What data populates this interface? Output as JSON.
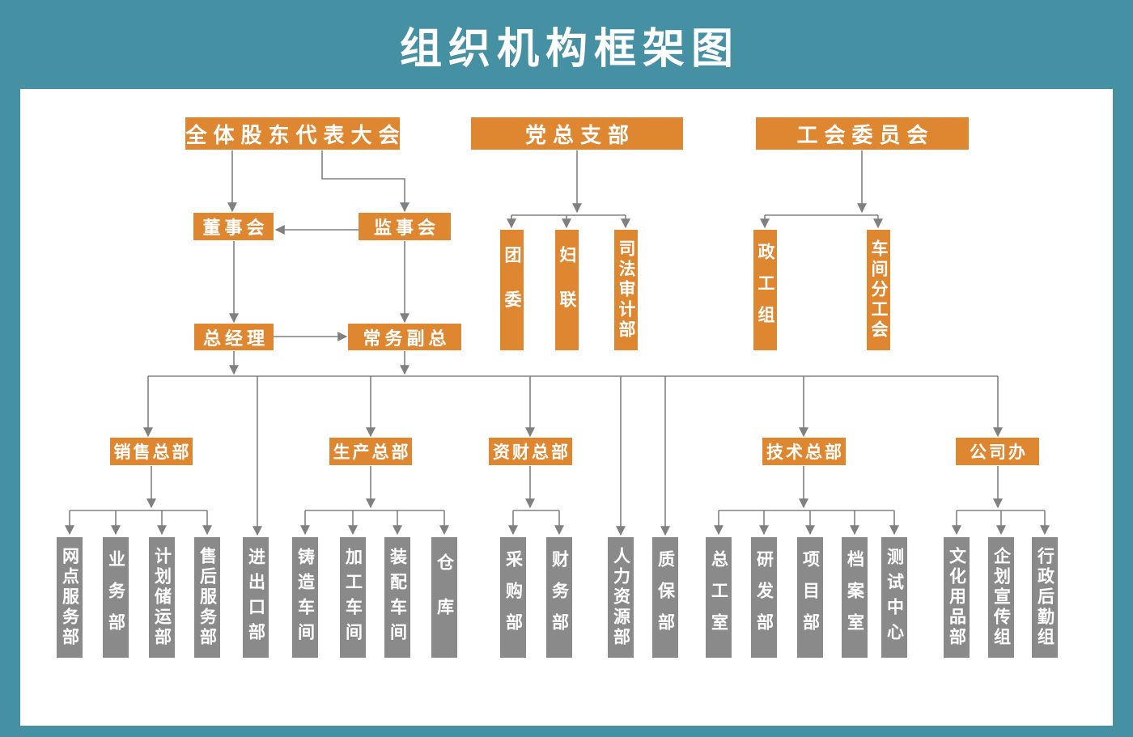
{
  "title": "组织机构框架图",
  "colors": {
    "frame_teal": "#4690A4",
    "panel_white": "#FFFFFF",
    "box_orange": "#DE8730",
    "box_gray": "#8A8A8A",
    "connector_gray": "#808080",
    "text_white": "#FFFFFF"
  },
  "org": {
    "shareholders": {
      "label": "全体股东代表大会"
    },
    "board": {
      "label": "董事会"
    },
    "supervisory": {
      "label": "监事会"
    },
    "general_manager": {
      "label": "总经理"
    },
    "executive_deputy": {
      "label": "常务副总"
    },
    "party": {
      "label": "党总支部",
      "children": [
        {
          "label": "团委"
        },
        {
          "label": "妇联"
        },
        {
          "label": "司法审计部"
        }
      ]
    },
    "union": {
      "label": "工会委员会",
      "children": [
        {
          "label": "政工组"
        },
        {
          "label": "车间分工会"
        }
      ]
    },
    "divisions": [
      {
        "label": "销售总部",
        "children": [
          {
            "label": "网点服务部"
          },
          {
            "label": "业务部"
          },
          {
            "label": "计划储运部"
          },
          {
            "label": "售后服务部"
          }
        ]
      },
      {
        "label": "生产总部",
        "children": [
          {
            "label": "铸造车间"
          },
          {
            "label": "加工车间"
          },
          {
            "label": "装配车间"
          },
          {
            "label": "仓库"
          }
        ]
      },
      {
        "label": "资财总部",
        "children": [
          {
            "label": "采购部"
          },
          {
            "label": "财务部"
          }
        ]
      },
      {
        "label": "技术总部",
        "children": [
          {
            "label": "总工室"
          },
          {
            "label": "研发部"
          },
          {
            "label": "项目部"
          },
          {
            "label": "档案室"
          },
          {
            "label": "测试中心"
          }
        ]
      },
      {
        "label": "公司办",
        "children": [
          {
            "label": "文化用品部"
          },
          {
            "label": "企划宣传组"
          },
          {
            "label": "行政后勤组"
          }
        ]
      }
    ],
    "direct_departments": [
      {
        "label": "进出口部"
      },
      {
        "label": "人力资源部"
      },
      {
        "label": "质保部"
      }
    ]
  }
}
